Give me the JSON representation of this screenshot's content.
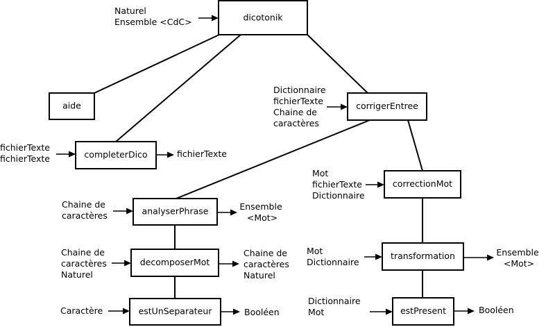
{
  "nodes": {
    "dicotonik": "dicotonik",
    "aide": "aide",
    "completerDico": "completerDico",
    "corrigerEntree": "corrigerEntree",
    "analyserPhrase": "analyserPhrase",
    "decomposerMot": "decomposerMot",
    "estUnSeparateur": "estUnSeparateur",
    "correctionMot": "correctionMot",
    "transformation": "transformation",
    "estPresent": "estPresent"
  },
  "inputs": {
    "dicotonik": [
      "Naturel",
      "Ensemble <CdC>"
    ],
    "completerDico": [
      "fichierTexte",
      "fichierTexte"
    ],
    "corrigerEntree": [
      "Dictionnaire",
      "fichierTexte",
      "Chaine de",
      "caractères"
    ],
    "analyserPhrase": [
      "Chaine de",
      "caractères"
    ],
    "decomposerMot": [
      "Chaine de",
      "caractères",
      "Naturel"
    ],
    "estUnSeparateur": [
      "Caractère"
    ],
    "correctionMot": [
      "Mot",
      "fichierTexte",
      "Dictionnaire"
    ],
    "transformation": [
      "Mot",
      "Dictionnaire"
    ],
    "estPresent": [
      "Dictionnaire",
      "Mot"
    ]
  },
  "outputs": {
    "completerDico": [
      "fichierTexte"
    ],
    "analyserPhrase": [
      "Ensemble",
      "<Mot>"
    ],
    "decomposerMot": [
      "Chaine de",
      "caractères",
      "Naturel"
    ],
    "estUnSeparateur": [
      "Booléen"
    ],
    "transformation": [
      "Ensemble",
      "<Mot>"
    ],
    "estPresent": [
      "Booléen"
    ]
  }
}
